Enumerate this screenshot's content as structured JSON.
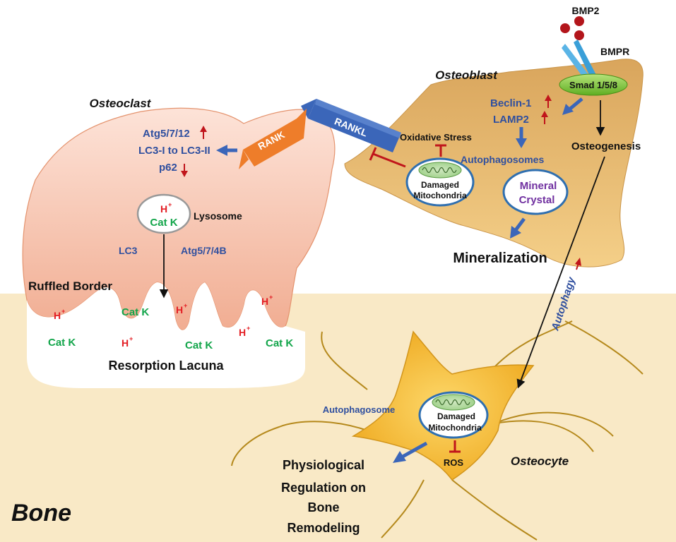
{
  "colors": {
    "bone_bg": "#f9e9c6",
    "label_blue": "#2f4f9f",
    "hplus_red": "#e31e24",
    "catk_green": "#12a54a",
    "arrow_red": "#c0151b",
    "inhibit_red": "#c0151b",
    "osteoblast": "#e6b66f",
    "osteoclast": "#f3b69c",
    "osteocyte": "#f1b52a",
    "smad_green": "#7cc832",
    "rank_orange": "#ee7d2a",
    "rankl_blue": "#3b66b9",
    "mineral_purple": "#7030a0"
  },
  "icons": [
    "bmp2-ligand-icon",
    "bmpr-receptor-icon",
    "mitochondria-icon",
    "up-arrow-icon",
    "down-arrow-icon",
    "inhibition-icon"
  ],
  "labels": {
    "bmp2": "BMP2",
    "bmpr": "BMPR",
    "smad": "Smad 1/5/8",
    "osteoblast": "Osteoblast",
    "beclin": "Beclin-1",
    "lamp2": "LAMP2",
    "oxidative_stress": "Oxidative Stress",
    "autophagosomes": "Autophagosomes",
    "damaged": "Damaged",
    "mitochondria": "Mitochondria",
    "mineral": "Mineral",
    "crystal": "Crystal",
    "osteogenesis": "Osteogenesis",
    "mineralization": "Mineralization",
    "rank": "RANK",
    "rankl": "RANKL",
    "osteoclast": "Osteoclast",
    "atg5712": "Atg5/7/12",
    "lc3_conversion": "LC3-I to LC3-II",
    "p62": "p62",
    "h": "H",
    "plus": "+",
    "catk": "Cat K",
    "lysosome": "Lysosome",
    "lc3": "LC3",
    "atg574b": "Atg5/7/4B",
    "ruffled_border": "Ruffled Border",
    "resorption_lacuna": "Resorption Lacuna",
    "autophagy": "Autophagy",
    "autophagosome": "Autophagosome",
    "ros": "ROS",
    "osteocyte": "Osteocyte",
    "physio_1": "Physiological",
    "physio_2": "Regulation on",
    "physio_3": "Bone",
    "physio_4": "Remodeling",
    "bone": "Bone"
  }
}
